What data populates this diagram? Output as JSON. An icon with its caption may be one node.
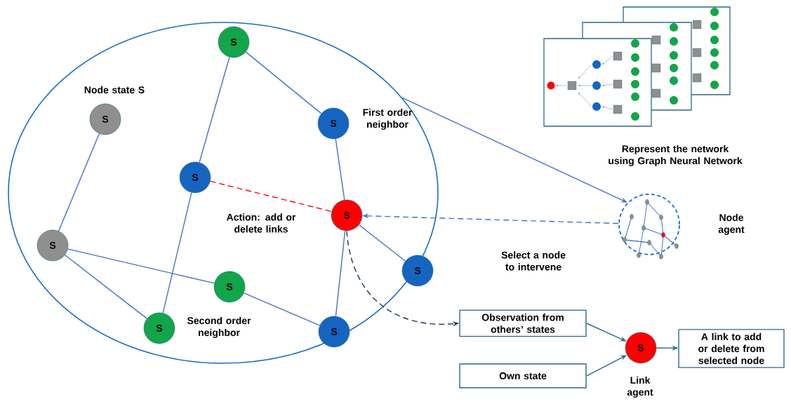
{
  "diagram": {
    "nodes": [
      {
        "text": [],
        "shape": "ellipse"
      },
      {
        "text": [
          "S"
        ],
        "in": 0
      },
      {
        "text": [
          "S"
        ],
        "in": 0,
        "beside": [
          "Node state S"
        ]
      },
      {
        "text": [
          "S"
        ],
        "in": 0,
        "beside": [
          "First order neighbor"
        ]
      },
      {
        "text": [
          "S"
        ],
        "in": 0
      },
      {
        "text": [
          "S"
        ],
        "in": 0
      },
      {
        "text": [
          "S"
        ],
        "in": 0
      },
      {
        "text": [
          "S"
        ],
        "in": 0
      },
      {
        "text": [
          "S"
        ],
        "in": 0
      },
      {
        "text": [
          "S"
        ],
        "in": 0,
        "beside": [
          "Second order neighbor"
        ]
      },
      {
        "text": [
          "S"
        ],
        "in": 0
      },
      {
        "text": [],
        "shape": "picture",
        "beside": [
          "Represent the network using Graph Neural Network"
        ]
      },
      {
        "text": [],
        "shape": "circle",
        "beside": [
          "Node agent"
        ]
      },
      {
        "text": [
          "Observation from others’ states"
        ]
      },
      {
        "text": [
          "Own state"
        ]
      },
      {
        "text": [
          "S"
        ],
        "beside": [
          "Link agent"
        ]
      },
      {
        "text": [
          "A link to add or delete from selected node"
        ]
      }
    ],
    "edges": [
      {
        "from": 1,
        "to": 4,
        "arrow": "none"
      },
      {
        "from": 1,
        "to": 3,
        "arrow": "none"
      },
      {
        "from": 3,
        "to": 5,
        "arrow": "none"
      },
      {
        "from": 2,
        "to": 6,
        "arrow": "none"
      },
      {
        "from": 4,
        "to": 9,
        "arrow": "none"
      },
      {
        "from": 4,
        "to": 5,
        "arrow": "none",
        "label": "Action: add or delete links",
        "style": "dashed",
        "color": "#ff0000"
      },
      {
        "from": 5,
        "to": 7,
        "arrow": "none"
      },
      {
        "from": 5,
        "to": 10,
        "arrow": "none"
      },
      {
        "from": 6,
        "to": 8,
        "arrow": "none"
      },
      {
        "from": 6,
        "to": 9,
        "arrow": "none"
      },
      {
        "from": 8,
        "to": 10,
        "arrow": "none"
      },
      {
        "from": 0,
        "to": 12,
        "arrow": "to"
      },
      {
        "from": 12,
        "to": 5,
        "arrow": "to",
        "label": "Select a node to intervene",
        "style": "dashed"
      },
      {
        "from": 5,
        "to": 13,
        "arrow": "to",
        "style": "dashed",
        "color": "#1c3a55"
      },
      {
        "from": 13,
        "to": 15,
        "arrow": "to",
        "color": "#2a6a8c"
      },
      {
        "from": 14,
        "to": 15,
        "arrow": "to",
        "color": "#2a6a8c"
      },
      {
        "from": 15,
        "to": 16,
        "arrow": "to",
        "color": "#2a6a8c"
      }
    ]
  }
}
